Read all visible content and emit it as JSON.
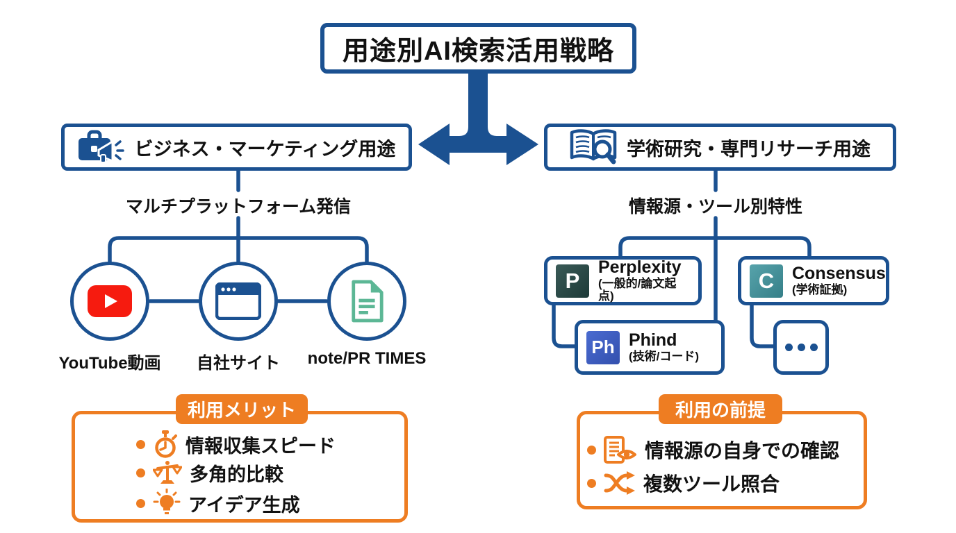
{
  "title": "用途別AI検索活用戦略",
  "colors": {
    "line_blue": "#1b5191",
    "accent_orange": "#ee7d22",
    "youtube_red": "#f61b0f",
    "document_green": "#5cb795",
    "perplexity_badge": "#273f3d",
    "consensus_badge": "#41929b",
    "phind_badge": "#3a57bd"
  },
  "left": {
    "header": "ビジネス・マーケティング用途",
    "header_icon": "briefcase-megaphone-icon",
    "subheading": "マルチプラットフォーム発信",
    "platforms": [
      {
        "icon": "youtube-icon",
        "label": "YouTube動画"
      },
      {
        "icon": "browser-icon",
        "label": "自社サイト"
      },
      {
        "icon": "green-document-icon",
        "label": "note/PR TIMES"
      }
    ],
    "merits": {
      "title": "利用メリット",
      "items": [
        {
          "icon": "stopwatch-icon",
          "label": "情報収集スピード"
        },
        {
          "icon": "scales-icon",
          "label": "多角的比較"
        },
        {
          "icon": "lightbulb-icon",
          "label": "アイデア生成"
        }
      ]
    }
  },
  "right": {
    "header": "学術研究・専門リサーチ用途",
    "header_icon": "book-search-icon",
    "subheading": "情報源・ツール別特性",
    "tools": [
      {
        "badge": "P",
        "name": "Perplexity",
        "note": "(一般的/論文起点)"
      },
      {
        "badge": "C",
        "name": "Consensus",
        "note": "(学術証拠)"
      },
      {
        "badge": "Ph",
        "name": "Phind",
        "note": "(技術/コード)"
      },
      {
        "icon": "ellipsis-icon"
      }
    ],
    "premises": {
      "title": "利用の前提",
      "items": [
        {
          "icon": "document-eye-icon",
          "label": "情報源の自身での確認"
        },
        {
          "icon": "shuffle-icon",
          "label": "複数ツール照合"
        }
      ]
    }
  }
}
